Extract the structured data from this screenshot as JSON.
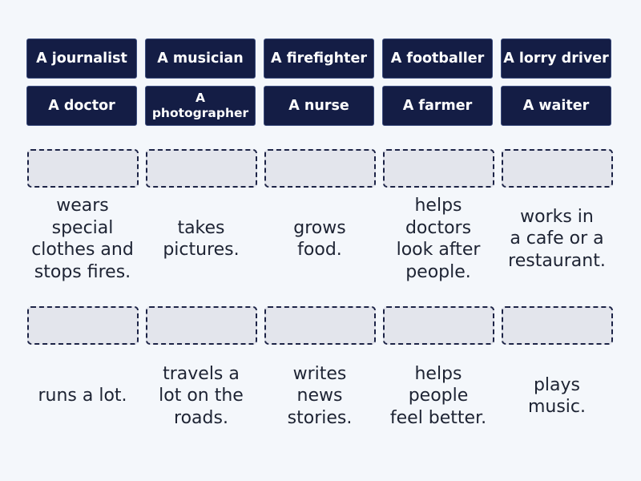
{
  "tiles": [
    {
      "label": "A journalist"
    },
    {
      "label": "A musician"
    },
    {
      "label": "A firefighter"
    },
    {
      "label": "A footballer"
    },
    {
      "label": "A lorry driver"
    },
    {
      "label": "A doctor"
    },
    {
      "label": "A\nphotographer"
    },
    {
      "label": "A nurse"
    },
    {
      "label": "A farmer"
    },
    {
      "label": "A waiter"
    }
  ],
  "clues": [
    {
      "text": "wears\nspecial\nclothes and\nstops fires."
    },
    {
      "text": "takes\npictures."
    },
    {
      "text": "grows\nfood."
    },
    {
      "text": "helps\ndoctors\nlook after\npeople."
    },
    {
      "text": "works in\na cafe or a\nrestaurant."
    },
    {
      "text": "runs a lot."
    },
    {
      "text": "travels a\nlot on the\nroads."
    },
    {
      "text": "writes\nnews\nstories."
    },
    {
      "text": "helps\npeople\nfeel better."
    },
    {
      "text": "plays\nmusic."
    }
  ],
  "colors": {
    "tile_background": "#141d45",
    "drop_zone_background": "#e3e5ec",
    "page_background": "#f4f7fb"
  }
}
